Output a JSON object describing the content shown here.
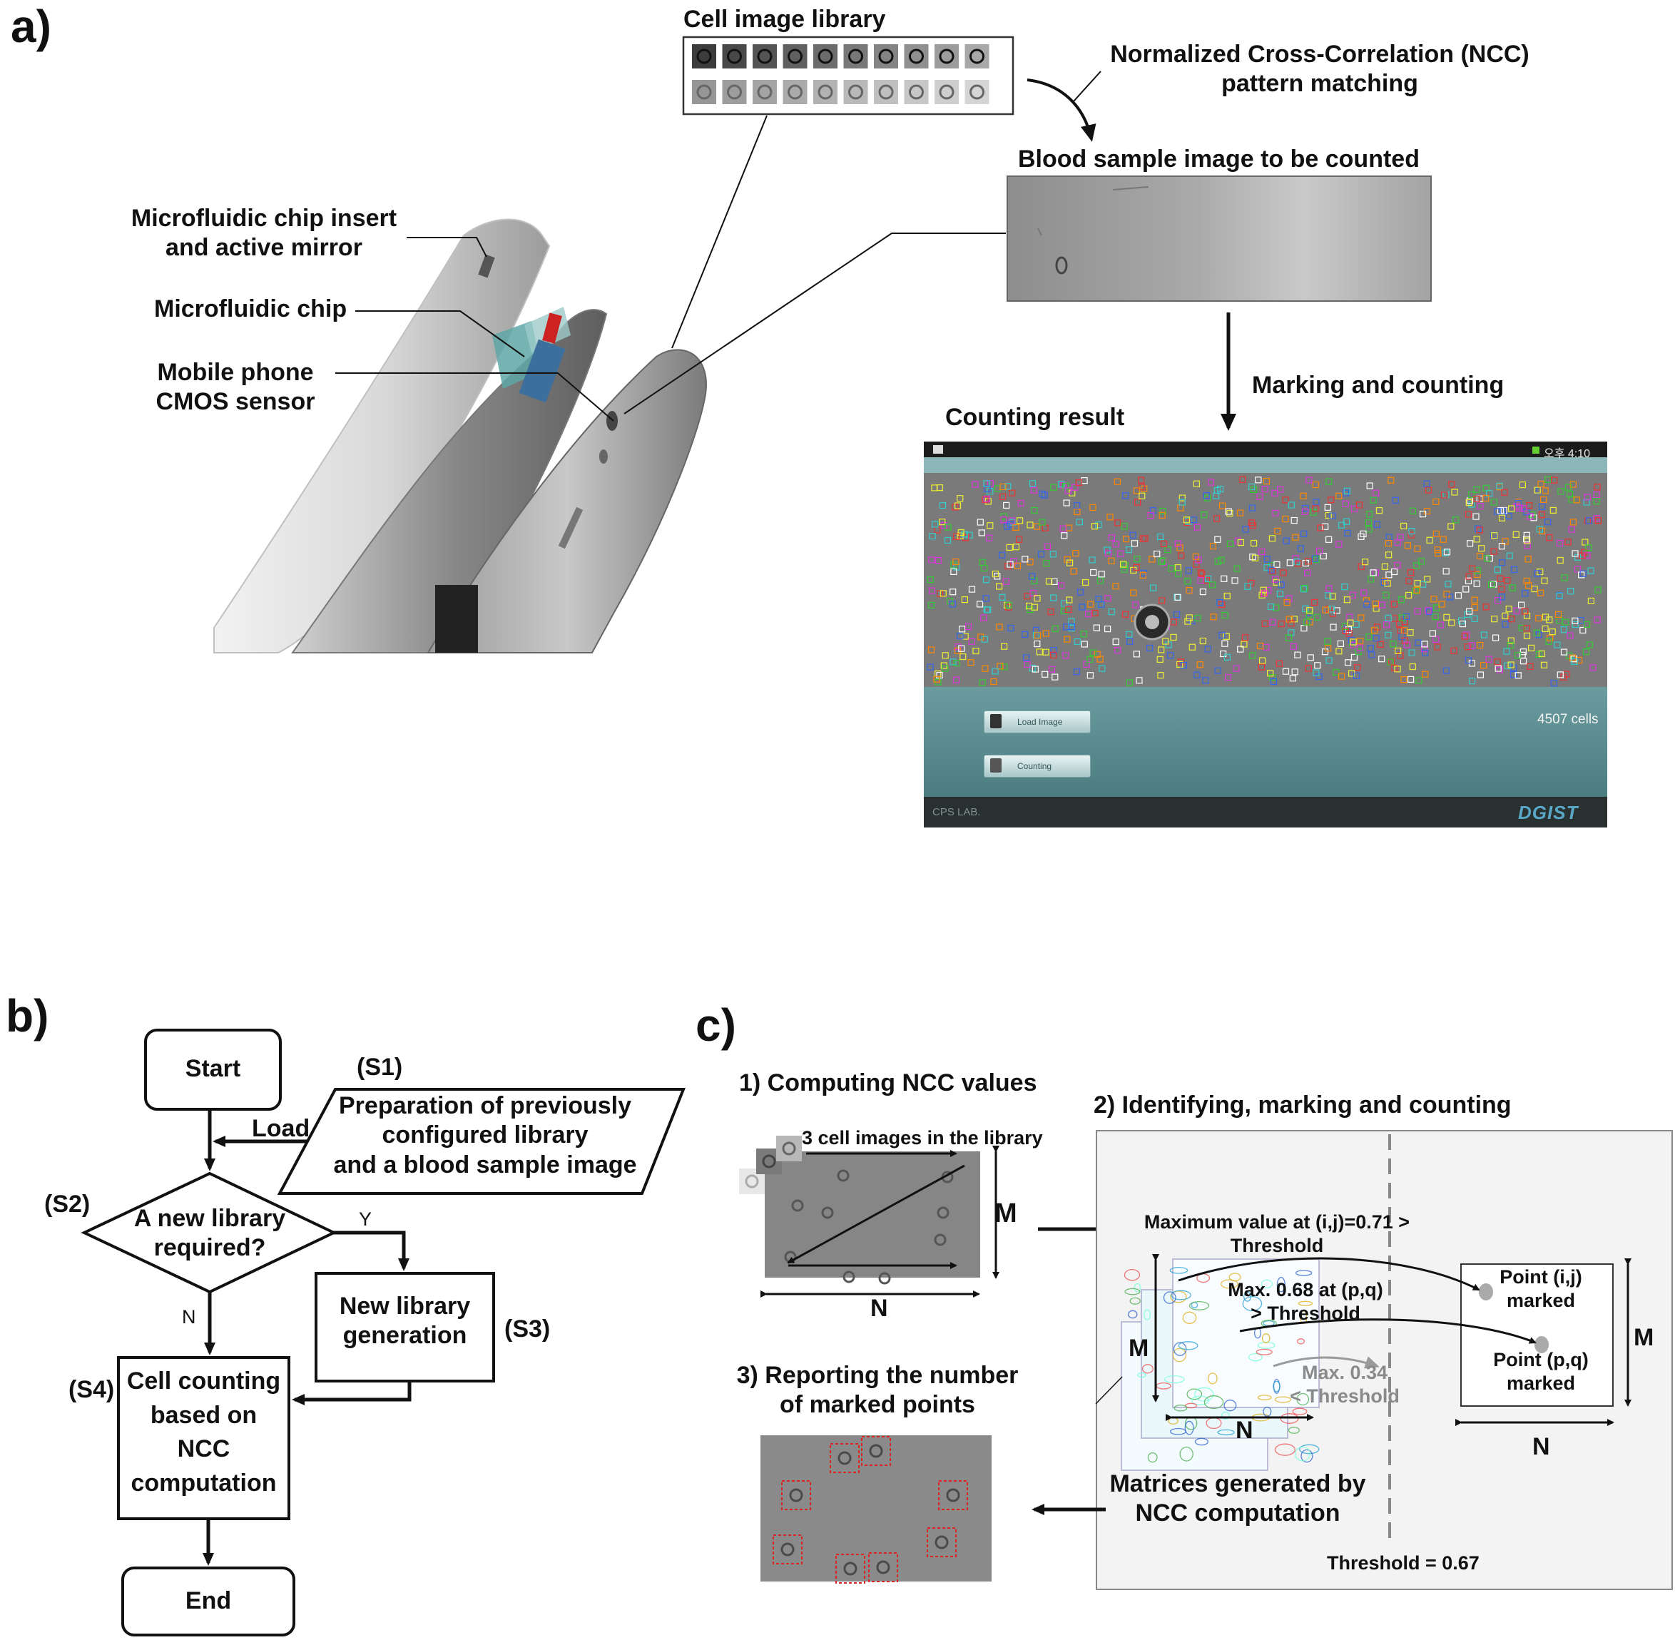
{
  "panel_a": {
    "label": "a)",
    "cell_library_title": "Cell image library",
    "ncc_label_line1": "Normalized Cross-Correlation (NCC)",
    "ncc_label_line2": "pattern matching",
    "blood_sample_title": "Blood sample image to be counted",
    "chip_insert_line1": "Microfluidic chip insert",
    "chip_insert_line2": "and active mirror",
    "chip_label": "Microfluidic chip",
    "cmos_line1": "Mobile phone",
    "cmos_line2": "CMOS sensor",
    "marking_counting": "Marking and counting",
    "counting_result": "Counting result",
    "app": {
      "status_time": "오후 4:10",
      "load_image_button": "Load Image",
      "counting_button": "Counting",
      "cell_count": "4507 cells",
      "footer_lab": "CPS LAB.",
      "logo": "DGIST"
    }
  },
  "panel_b": {
    "label": "b)",
    "start": "Start",
    "end": "End",
    "s1_tag": "(S1)",
    "s1_line1": "Preparation of previously",
    "s1_line2": "configured library",
    "s1_line3": "and a blood sample image",
    "load_label": "Load",
    "s2_tag": "(S2)",
    "s2_line1": "A new library",
    "s2_line2": "required?",
    "yes": "Y",
    "no": "N",
    "s3_tag": "(S3)",
    "s3_line1": "New library",
    "s3_line2": "generation",
    "s4_tag": "(S4)",
    "s4_line1": "Cell counting",
    "s4_line2": "based on",
    "s4_line3": "NCC",
    "s4_line4": "computation"
  },
  "panel_c": {
    "label": "c)",
    "step1": "1) Computing NCC values",
    "step1_library": "3 cell images in the library",
    "step1_m": "M",
    "step1_n": "N",
    "step2": "2) Identifying, marking and counting",
    "max_line1": "Maximum value at (i,j)=0.71 >",
    "max_line2": "Threshold",
    "max2_line1": "Max. 0.68 at (p,q)",
    "max2_line2": "> Threshold",
    "max3_line1": "Max. 0.34",
    "max3_line2": "< Threshold",
    "matrix_m": "M",
    "matrix_n": "N",
    "matrices_line1": "Matrices generated by",
    "matrices_line2": "NCC computation",
    "point_ij_line1": "Point (i,j)",
    "point_ij_line2": "marked",
    "point_pq_line1": "Point (p,q)",
    "point_pq_line2": "marked",
    "out_m": "M",
    "out_n": "N",
    "threshold": "Threshold = 0.67",
    "step3_line1": "3) Reporting the number",
    "step3_line2": "of marked points"
  }
}
